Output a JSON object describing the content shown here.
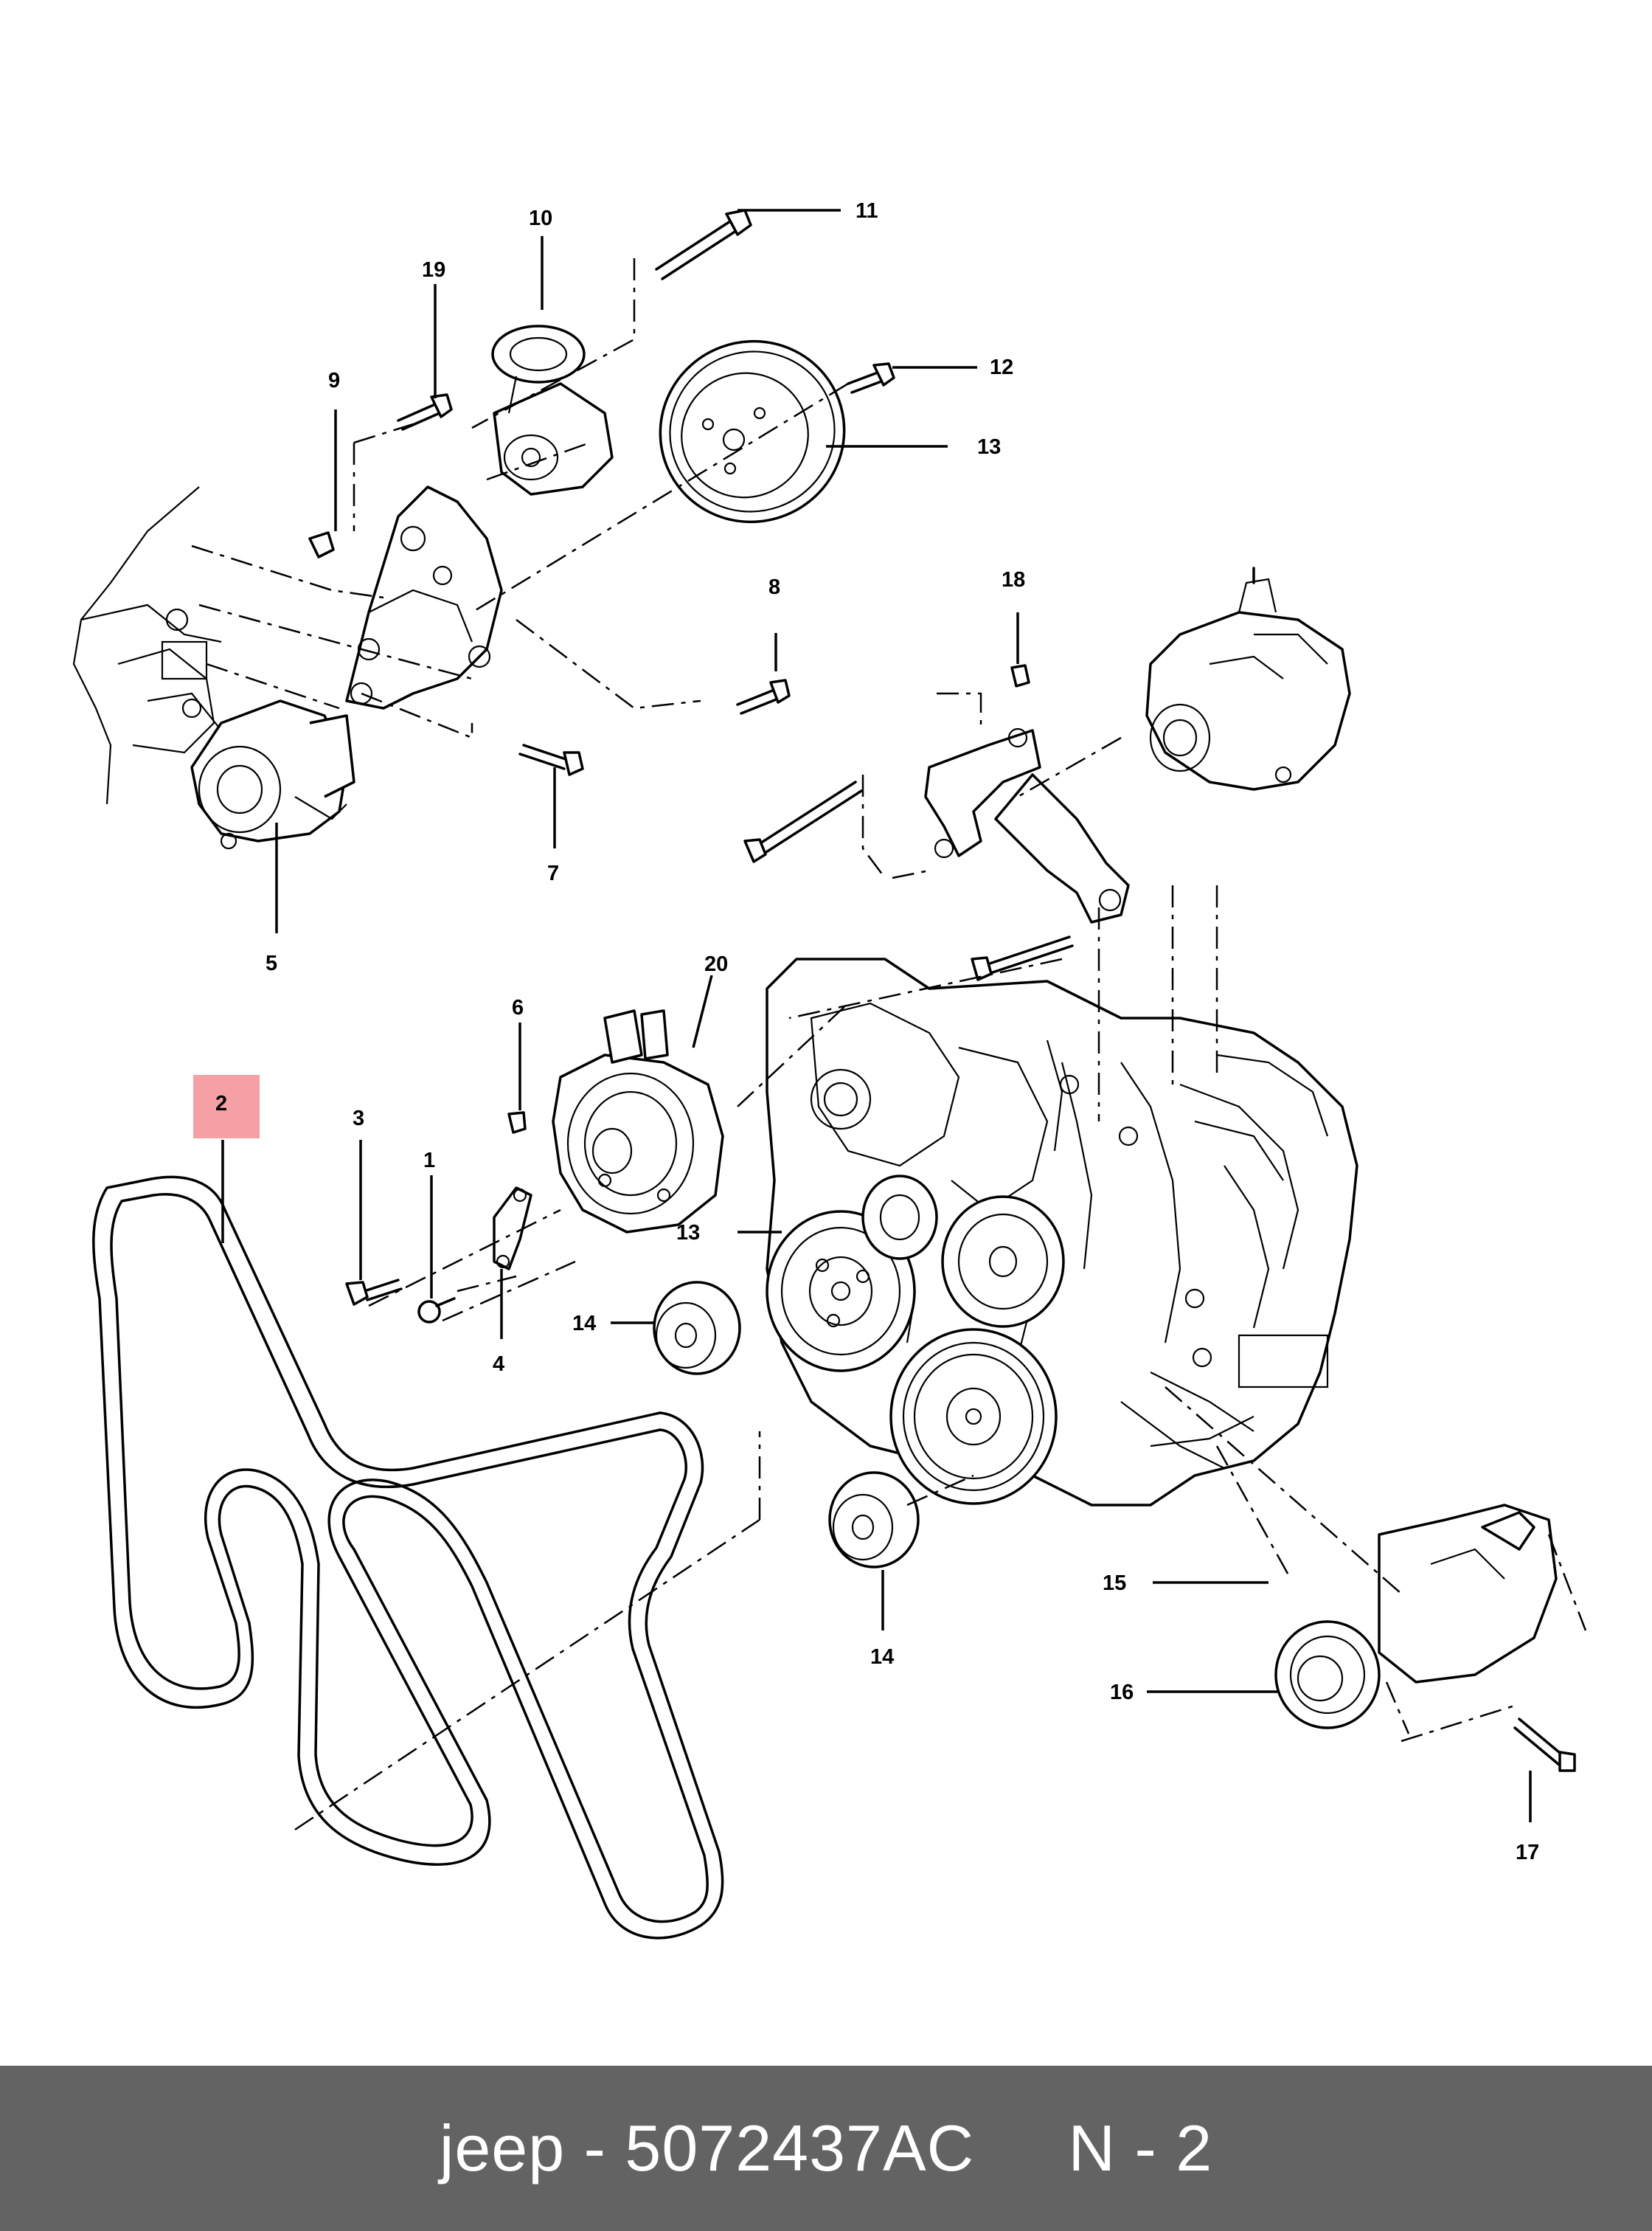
{
  "callouts": {
    "c1": "1",
    "c2": "2",
    "c3": "3",
    "c4": "4",
    "c5": "5",
    "c6": "6",
    "c7": "7",
    "c8": "8",
    "c9": "9",
    "c10": "10",
    "c11": "11",
    "c12": "12",
    "c13a": "13",
    "c13b": "13",
    "c14a": "14",
    "c14b": "14",
    "c15": "15",
    "c16": "16",
    "c17": "17",
    "c18": "18",
    "c19": "19",
    "c20": "20"
  },
  "highlight": {
    "part": "2",
    "color": "#f4a0a4"
  },
  "footer": {
    "text": "jeep - 5072437AC     N - 2",
    "background": "#636363",
    "color": "#ffffff"
  }
}
